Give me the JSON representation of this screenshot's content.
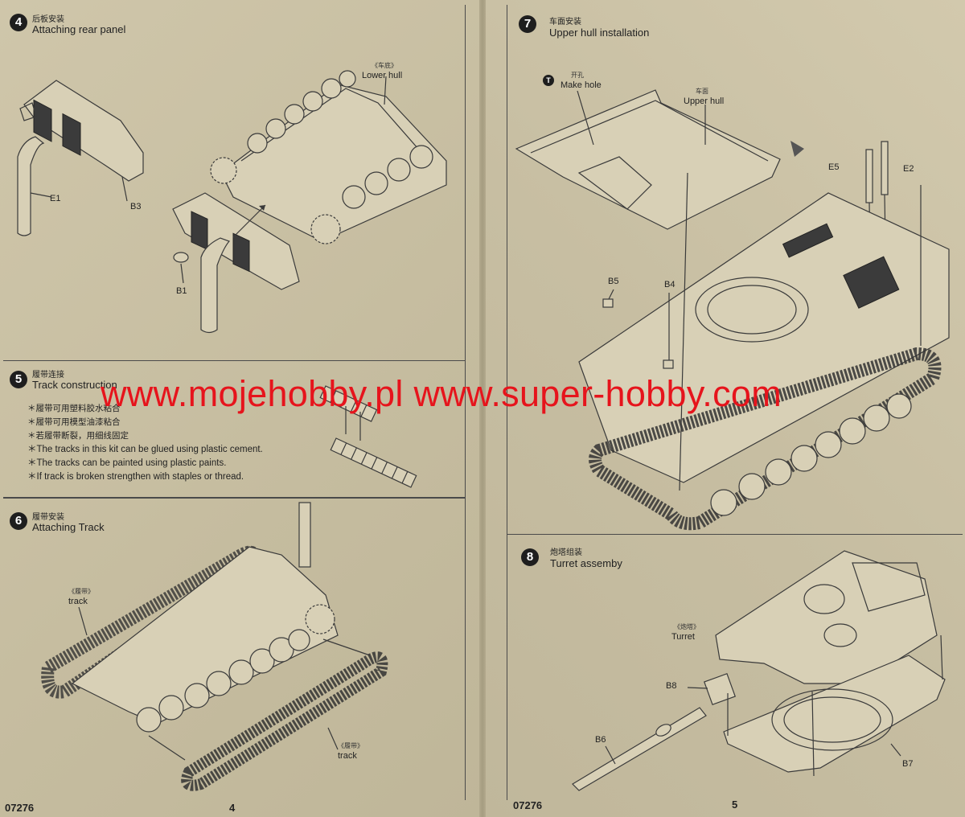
{
  "watermark": "www.mojehobby.pl www.super-hobby.com",
  "steps": [
    {
      "num": "4",
      "cn": "后板安装",
      "en": "Attaching rear panel",
      "labels": {
        "lower_hull_cn": "《车底》",
        "lower_hull": "Lower hull",
        "e1": "E1",
        "b3": "B3",
        "b1": "B1"
      }
    },
    {
      "num": "5",
      "cn": "履带连接",
      "en": "Track construction",
      "notes": [
        "＊履带可用塑料胶水粘合",
        "＊履带可用模型油漆粘合",
        "＊若履带断裂，用细线固定",
        "＊The tracks in this kit can be glued using plastic cement.",
        "＊The tracks can be painted using plastic paints.",
        "＊If track is broken strengthen with staples or thread."
      ]
    },
    {
      "num": "6",
      "cn": "履带安装",
      "en": "Attaching Track",
      "labels": {
        "track_cn": "《履带》",
        "track": "track",
        "track2_cn": "《履带》",
        "track2": "track"
      }
    },
    {
      "num": "7",
      "cn": "车面安装",
      "en": "Upper hull installation",
      "labels": {
        "make_hole_cn": "开孔",
        "make_hole": "Make hole",
        "upper_hull_cn": "车面",
        "upper_hull": "Upper hull",
        "e5": "E5",
        "e2": "E2",
        "b5": "B5",
        "b4": "B4"
      }
    },
    {
      "num": "8",
      "cn": "炮塔组装",
      "en": "Turret assemby",
      "labels": {
        "turret_cn": "《炮塔》",
        "turret": "Turret",
        "b8": "B8",
        "b6": "B6",
        "b7": "B7"
      }
    }
  ],
  "footer": {
    "code_left": "07276",
    "page_left": "4",
    "code_right": "07276",
    "page_right": "5"
  }
}
